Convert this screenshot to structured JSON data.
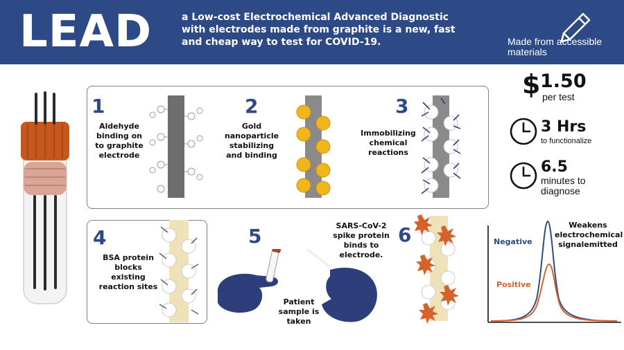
{
  "header": {
    "logo": "LEAD",
    "description": "a Low-cost Electrochemical Advanced Diagnostic with electrodes made from graphite is a new, fast and cheap way to test for COVID-19.",
    "made_from": "Made from accessible materials",
    "accent_color": "#2d4a86"
  },
  "steps": [
    {
      "number": "1",
      "label": "Aldehyde binding on to graphite electrode"
    },
    {
      "number": "2",
      "label": "Gold nanoparticle stabilizing and binding"
    },
    {
      "number": "3",
      "label": "Immobilizing chemical reactions"
    },
    {
      "number": "4",
      "label": "BSA protein blocks existing reaction sites"
    },
    {
      "number": "5",
      "label": "Patient sample is taken"
    },
    {
      "number": "6",
      "label": "SARS-CoV-2 spike protein binds to electrode."
    }
  ],
  "stats": {
    "cost_symbol": "$",
    "cost_value": "1.50",
    "cost_unit": "per test",
    "functionalize_value": "3 Hrs",
    "functionalize_unit": "to functionalize",
    "diagnose_value": "6.5",
    "diagnose_unit": "minutes to diagnose"
  },
  "chart": {
    "negative_label": "Negative",
    "positive_label": "Positive",
    "note": "Weakens electrochemical signalemitted",
    "negative_color": "#2d4a86",
    "positive_color": "#d4622a"
  },
  "icons": [
    "pencil-icon",
    "clock-icon",
    "electrode-tube",
    "swab-tube",
    "glove-hands"
  ]
}
